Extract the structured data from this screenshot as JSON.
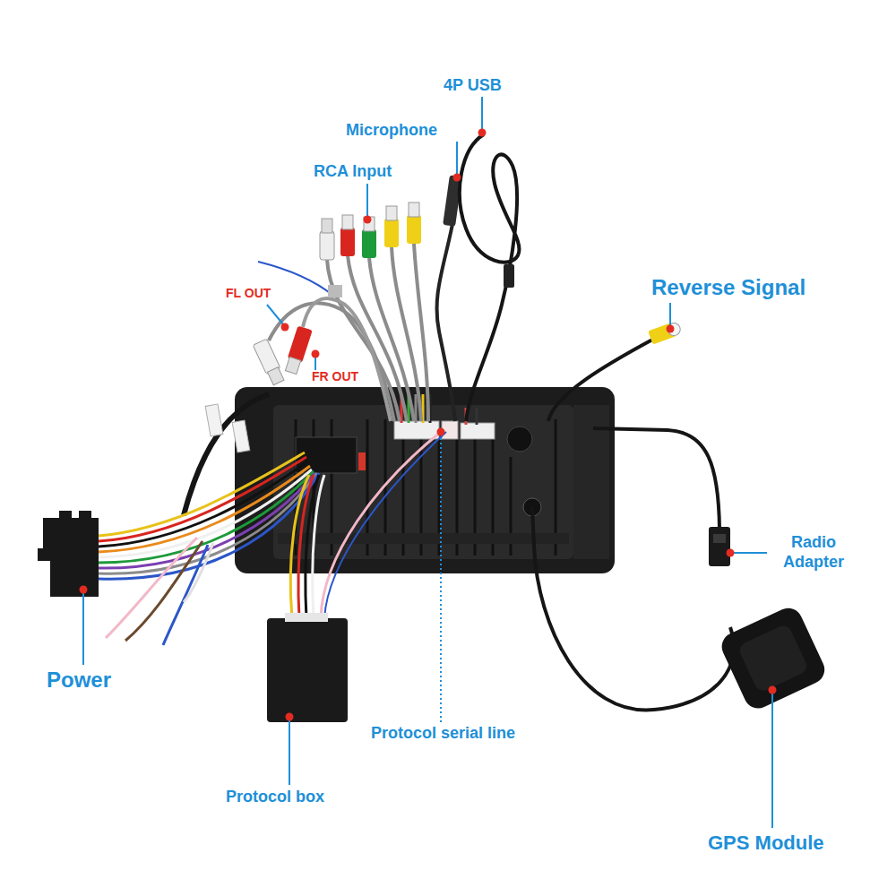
{
  "diagram": {
    "labels": [
      "4P USB",
      "Microphone",
      "RCA Input",
      "Reverse Signal",
      "FL OUT",
      "FR OUT",
      "Radio Adapter",
      "Power",
      "Protocol serial line",
      "Protocol box",
      "GPS Module"
    ]
  }
}
